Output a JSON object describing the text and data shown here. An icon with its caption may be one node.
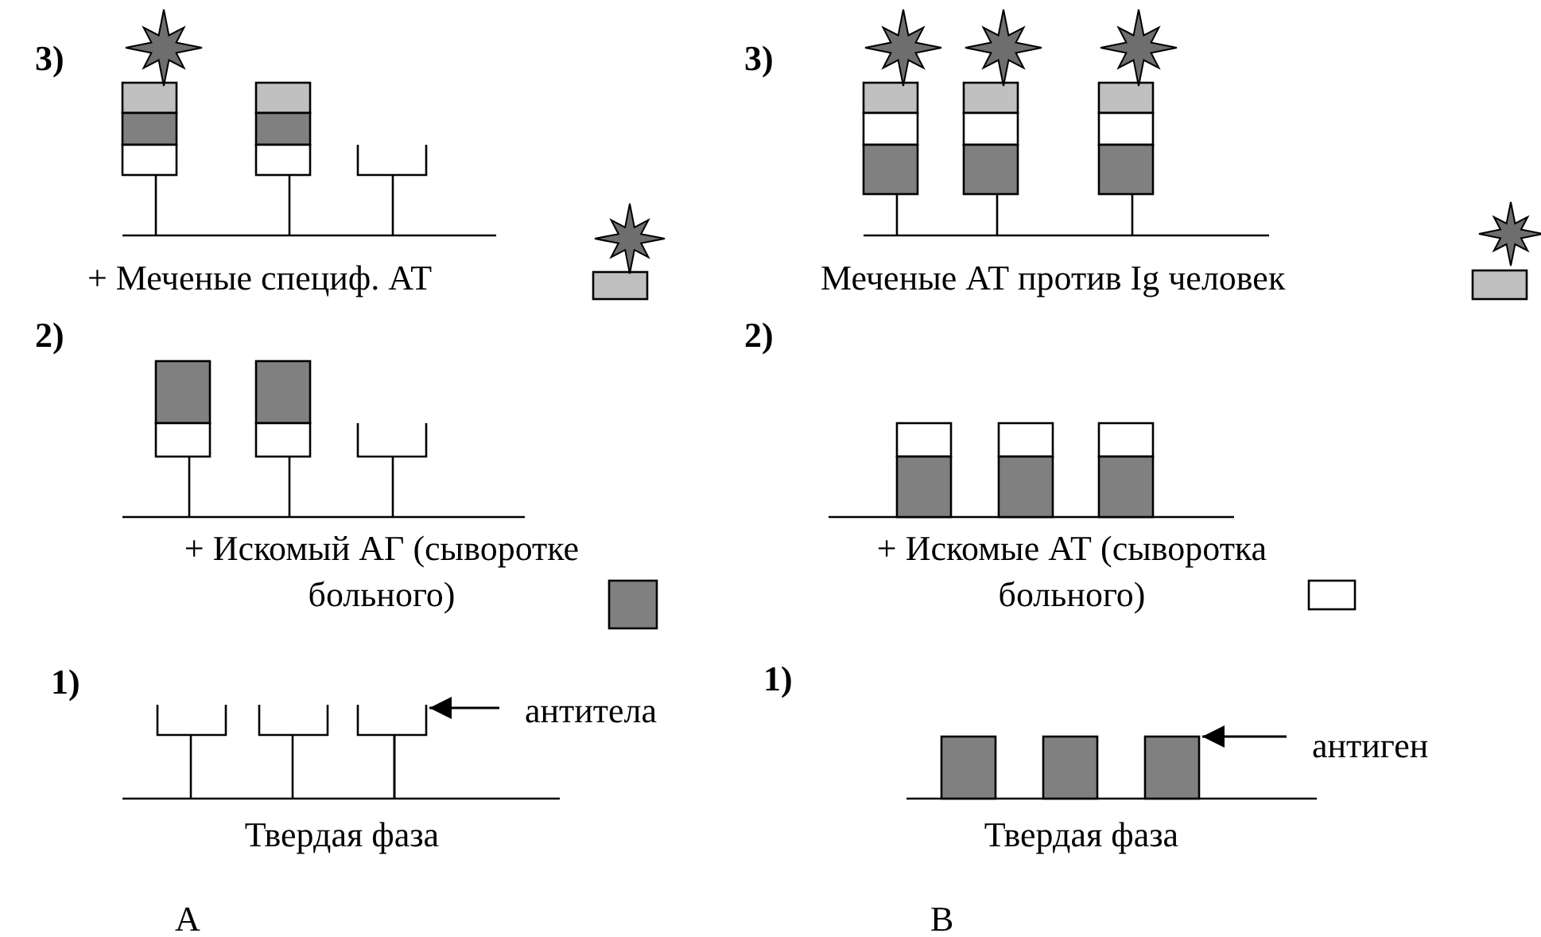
{
  "diagram": {
    "nodes": [
      {
        "text": [
          "антитела"
        ]
      },
      {
        "text": [],
        "shape": "picture"
      },
      {
        "text": [
          "антиген"
        ]
      },
      {
        "text": [],
        "shape": "box"
      }
    ],
    "edges": [
      {
        "from": 0,
        "to": 1,
        "arrow": "to"
      },
      {
        "from": 2,
        "to": 3,
        "arrow": "to"
      }
    ],
    "labels": [
      "3)",
      "3)",
      "+ Меченые специф. АТ",
      "Меченые АТ против Ig человек",
      "2)",
      "2)",
      "+ Искомый АГ (сыворотке больного)",
      "+ Искомые АТ (сыворотка больного)",
      "1)",
      "1)",
      "Твердая фаза",
      "Твердая фаза",
      "А",
      "В"
    ]
  }
}
